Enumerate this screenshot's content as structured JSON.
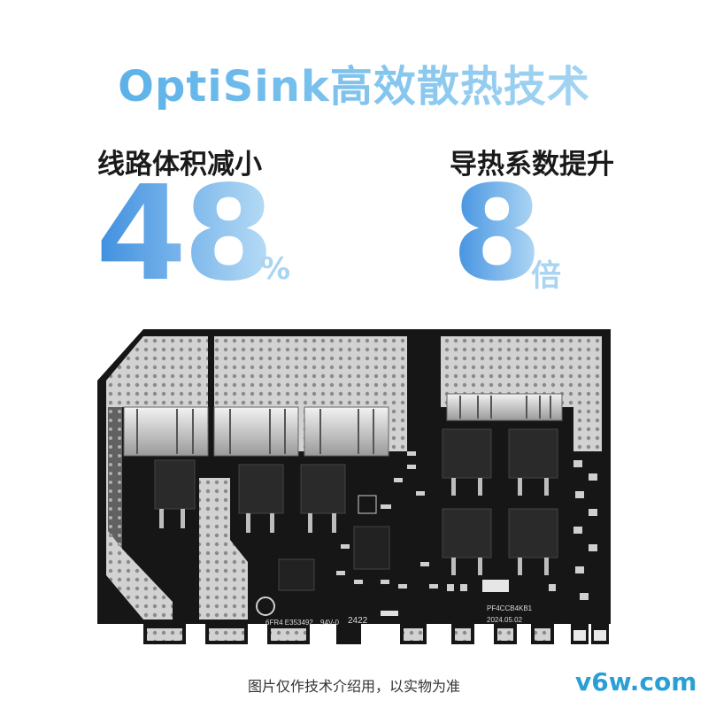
{
  "headline": "OptiSink高效散热技术",
  "stats": {
    "left": {
      "label": "线路体积减小",
      "value": "48",
      "unit": "%"
    },
    "right": {
      "label": "导热系数提升",
      "value": "8",
      "unit": "倍"
    }
  },
  "board": {
    "silkscreen": {
      "part_left": "6FR4  E353492",
      "rating": "94V-0",
      "code": "2422",
      "model": "PF4CCB4KB1",
      "date": "2024.05.02"
    }
  },
  "footer_note": "图片仅作技术介绍用，以实物为准",
  "watermark": "v6w.com",
  "colors": {
    "accent_blue": "#3e8fe0",
    "light_blue": "#b7dcf5",
    "board_black": "#151515",
    "pad_gray": "#cfcfcf"
  }
}
